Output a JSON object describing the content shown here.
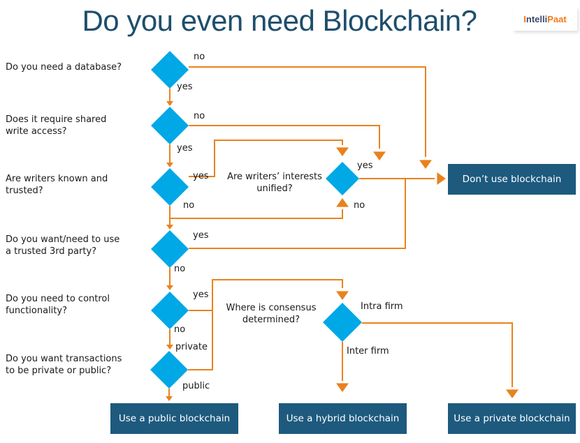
{
  "title": "Do you even need Blockchain?",
  "logo": {
    "part1": "ntelli",
    "prefix": "I",
    "part2": "Paat"
  },
  "colors": {
    "diamond": "#00a8e6",
    "connector": "#e8821e",
    "box": "#1d5a7e",
    "title": "#1e4e6c"
  },
  "questions": [
    {
      "id": "q1",
      "text": "Do you need a database?"
    },
    {
      "id": "q2",
      "text": "Does it require shared write access?"
    },
    {
      "id": "q3",
      "text": "Are writers known and trusted?"
    },
    {
      "id": "q4",
      "text": "Do you want/need to use a trusted 3rd party?"
    },
    {
      "id": "q5",
      "text": "Do you need to control functionality?"
    },
    {
      "id": "q6",
      "text": "Do you want transactions to be private or public?"
    },
    {
      "id": "q7",
      "text": "Are writers’ interests unified?"
    },
    {
      "id": "q8",
      "text": "Where is consensus determined?"
    }
  ],
  "edge_labels": {
    "q1_no": "no",
    "q1_yes": "yes",
    "q2_no": "no",
    "q2_yes": "yes",
    "q3_yes": "yes",
    "q3_no": "no",
    "q4_yes": "yes",
    "q4_no": "no",
    "q5_yes": "yes",
    "q5_no": "no",
    "q6_private": "private",
    "q6_public": "public",
    "q7_yes": "yes",
    "q7_no": "no",
    "q8_intra": "Intra firm",
    "q8_inter": "Inter firm"
  },
  "outcomes": {
    "dont_use": "Don’t use blockchain",
    "public": "Use a public blockchain",
    "hybrid": "Use a hybrid blockchain",
    "private": "Use a private blockchain"
  }
}
